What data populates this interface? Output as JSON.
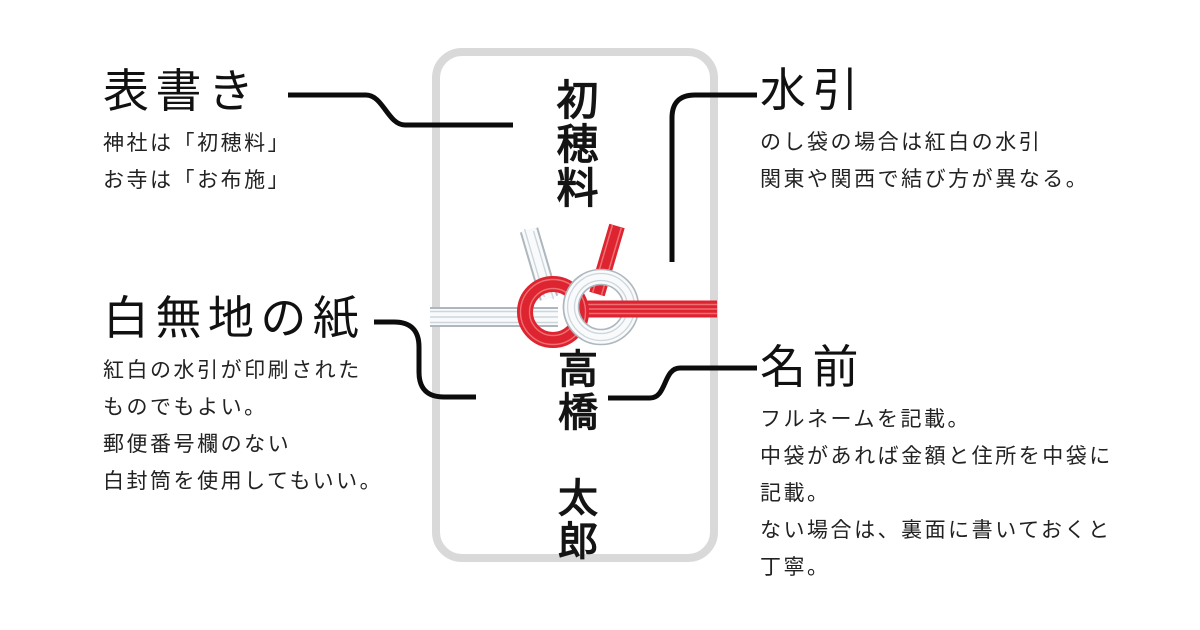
{
  "envelope": {
    "title_vertical": "初穂料",
    "name_vertical": "高橋　太郎"
  },
  "callouts": [
    {
      "id": "omotegaki",
      "heading": "表書き",
      "lines": [
        "神社は「初穂料」",
        "お寺は「お布施」"
      ]
    },
    {
      "id": "mizuhiki",
      "heading": "水引",
      "lines": [
        "のし袋の場合は紅白の水引",
        "関東や関西で結び方が異なる。"
      ]
    },
    {
      "id": "shiromuji",
      "heading": "白無地の紙",
      "lines": [
        "紅白の水引が印刷された",
        "ものでもよい。",
        "郵便番号欄のない",
        "白封筒を使用してもいい。"
      ]
    },
    {
      "id": "namae",
      "heading": "名前",
      "lines": [
        "フルネームを記載。",
        "中袋があれば金額と住所を中袋に",
        "記載。",
        "ない場合は、裏面に書いておくと",
        "丁寧。"
      ]
    }
  ],
  "colors": {
    "mizuhiki_red": "#dd2430",
    "mizuhiki_red_stripe": "#ef7072",
    "mizuhiki_white": "#f8fafb",
    "mizuhiki_white_outline": "#aeb7be",
    "mizuhiki_white_stripe": "#cfd6db",
    "envelope_border": "#d9d9d9",
    "connector_line": "#0c0c0c",
    "text": "#141414"
  }
}
